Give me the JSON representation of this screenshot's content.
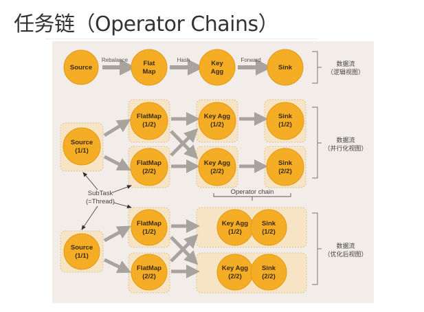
{
  "title": "任务链（Operator Chains）",
  "colors": {
    "panel_bg": "#f2ede8",
    "node_fill": "#f5ad25",
    "node_stroke": "#e09a18",
    "box_fill": "#f6e4c4",
    "box_stroke": "#d9c29a",
    "arrow": "#a9a39d",
    "text_dark": "#3a2a10"
  },
  "logical_view": {
    "nodes": [
      {
        "line1": "Source",
        "line2": ""
      },
      {
        "line1": "Flat",
        "line2": "Map"
      },
      {
        "line1": "Key",
        "line2": "Agg"
      },
      {
        "line1": "Sink",
        "line2": ""
      }
    ],
    "edges": [
      "Rebalance",
      "Hash",
      "Forward"
    ],
    "label_line1": "数据流",
    "label_line2": "（逻辑视图）"
  },
  "parallel_view": {
    "source": {
      "line1": "Source",
      "line2": "(1/1)"
    },
    "flatmap": [
      {
        "line1": "FlatMap",
        "line2": "(1/2)"
      },
      {
        "line1": "FlatMap",
        "line2": "(2/2)"
      }
    ],
    "keyagg": [
      {
        "line1": "Key Agg",
        "line2": "(1/2)"
      },
      {
        "line1": "Key Agg",
        "line2": "(2/2)"
      }
    ],
    "sink": [
      {
        "line1": "Sink",
        "line2": "(1/2)"
      },
      {
        "line1": "Sink",
        "line2": "(2/2)"
      }
    ],
    "label_line1": "数据流",
    "label_line2": "（并行化视图）"
  },
  "annotations": {
    "subtask_line1": "SubTask",
    "subtask_line2": "(=Thread)",
    "operator_chain": "Operator chain"
  },
  "optimized_view": {
    "source": {
      "line1": "Source",
      "line2": "(1/1)"
    },
    "flatmap": [
      {
        "line1": "FlatMap",
        "line2": "(1/2)"
      },
      {
        "line1": "FlatMap",
        "line2": "(2/2)"
      }
    ],
    "chains": [
      {
        "keyagg": {
          "line1": "Key Agg",
          "line2": "(1/2)"
        },
        "sink": {
          "line1": "Sink",
          "line2": "(1/2)"
        }
      },
      {
        "keyagg": {
          "line1": "Key Agg",
          "line2": "(2/2)"
        },
        "sink": {
          "line1": "Sink",
          "line2": "(2/2)"
        }
      }
    ],
    "label_line1": "数据流",
    "label_line2": "（优化后视图）"
  }
}
